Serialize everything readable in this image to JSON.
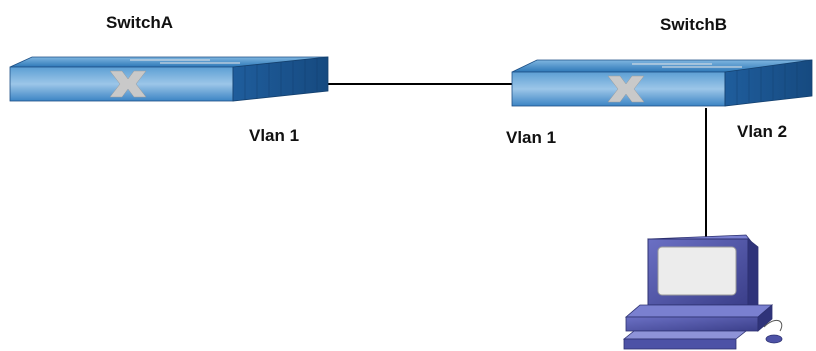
{
  "nodes": {
    "switch_a": {
      "name": "SwitchA",
      "port_label": "Vlan 1"
    },
    "switch_b": {
      "name": "SwitchB",
      "port_label_left": "Vlan 1",
      "port_label_down": "Vlan 2"
    },
    "pc": {
      "icon": "desktop-computer-icon"
    }
  },
  "links": [
    {
      "from": "SwitchA",
      "to": "SwitchB"
    },
    {
      "from": "SwitchB",
      "to": "PC"
    }
  ],
  "colors": {
    "switch_top": "#2f7ec0",
    "switch_top_light": "#6aa8d8",
    "switch_front": "#3d88c7",
    "switch_side": "#1c5590",
    "switch_x": "#c7c7c7",
    "pc_body": "#4d52a6",
    "pc_screen": "#e9e9e9",
    "link": "#000000"
  }
}
